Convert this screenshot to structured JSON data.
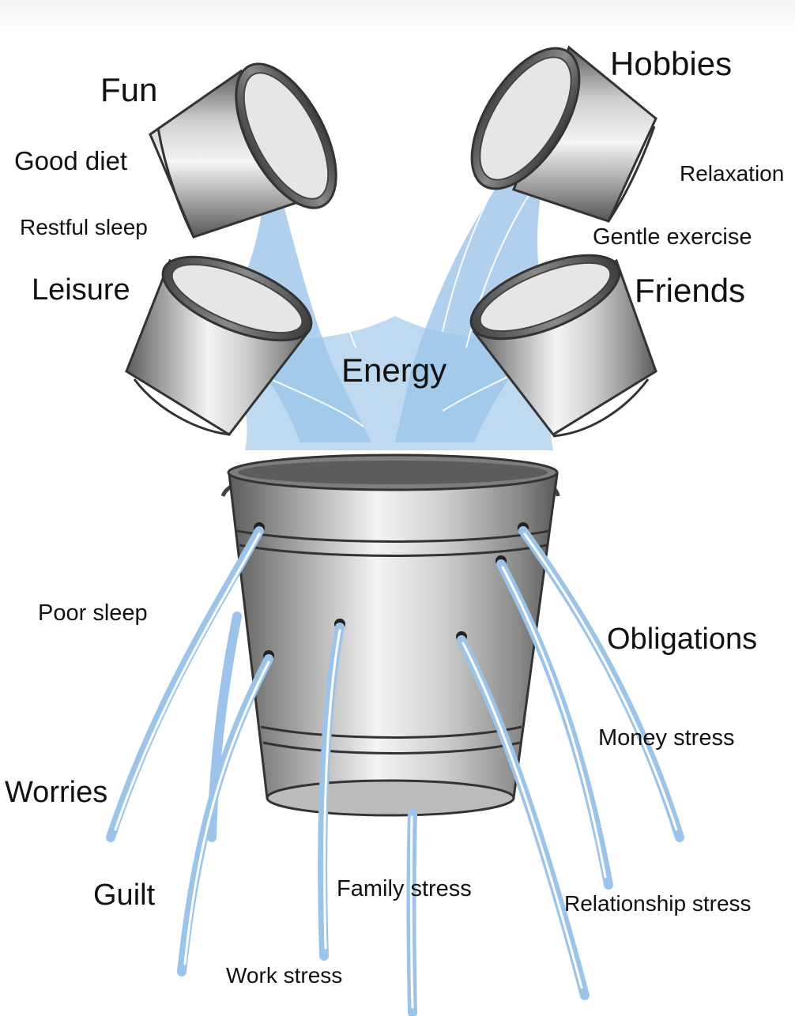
{
  "inflows": {
    "fun": "Fun",
    "good_diet": "Good diet",
    "restful_sleep": "Restful sleep",
    "leisure": "Leisure",
    "hobbies": "Hobbies",
    "relaxation": "Relaxation",
    "gentle_exercise": "Gentle exercise",
    "friends": "Friends"
  },
  "center": {
    "energy": "Energy"
  },
  "outflows": {
    "poor_sleep": "Poor sleep",
    "worries": "Worries",
    "guilt": "Guilt",
    "work_stress": "Work stress",
    "family_stress": "Family stress",
    "obligations": "Obligations",
    "money_stress": "Money stress",
    "relationship_stress": "Relationship stress"
  },
  "colors": {
    "water": "#9cc4ea",
    "water_highlight": "#ffffff",
    "metal_dark": "#6e6e6e",
    "metal_light": "#f2f2f2",
    "text": "#111111"
  }
}
